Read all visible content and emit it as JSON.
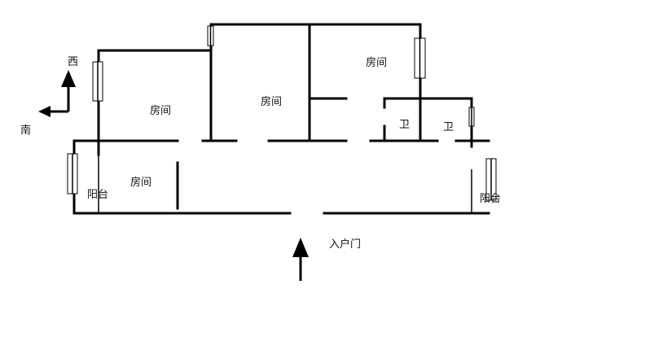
{
  "compass": {
    "north_arrow_label": "西",
    "east_arrow_label": "南"
  },
  "rooms": {
    "room_left": "房间",
    "room_center": "房间",
    "room_right": "房间",
    "room_bottom_left": "房间",
    "bath_1": "卫",
    "bath_2": "卫",
    "balcony_left": "阳台",
    "balcony_right": "阳台"
  },
  "entrance": {
    "label": "入户门"
  },
  "colors": {
    "wall": "#000000",
    "background": "#ffffff"
  }
}
